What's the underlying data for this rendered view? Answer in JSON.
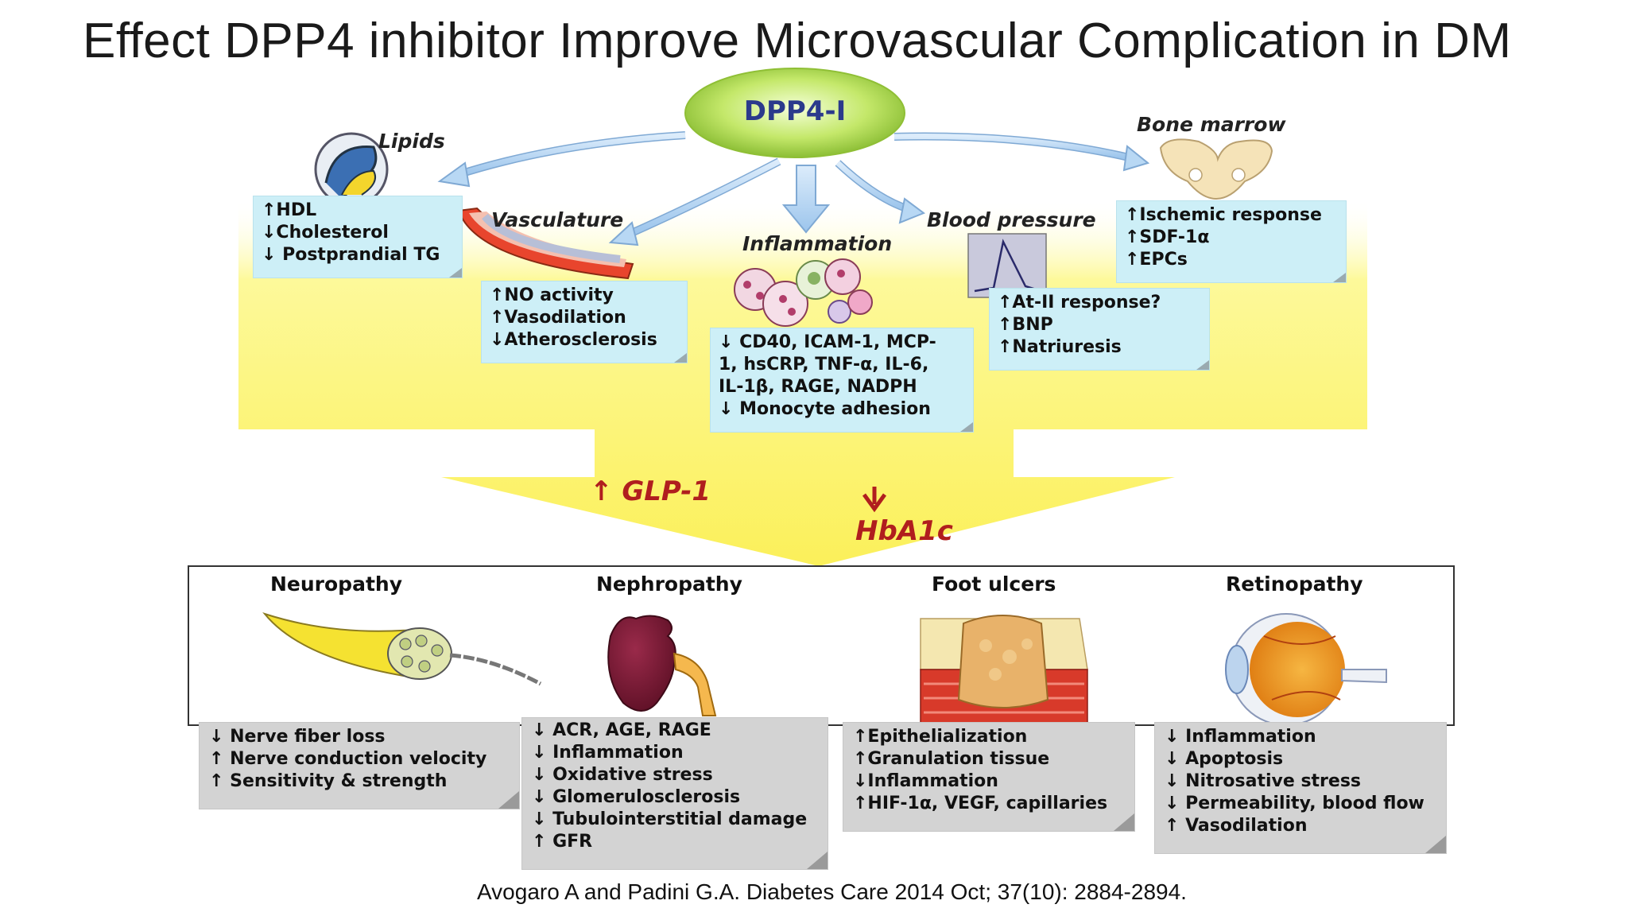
{
  "slide": {
    "title": "Effect DPP4 inhibitor Improve Microvascular Complication in DM",
    "citation": "Avogaro A and Padini G.A. Diabetes Care 2014 Oct; 37(10): 2884-2894."
  },
  "center": {
    "label": "DPP4-I"
  },
  "effects": [
    {
      "title": "Lipids",
      "lines": [
        "↑HDL",
        "↓Cholesterol",
        "↓ Postprandial TG"
      ]
    },
    {
      "title": "Vasculature",
      "lines": [
        "↑NO activity",
        "↑Vasodilation",
        "↓Atherosclerosis"
      ]
    },
    {
      "title": "Inflammation",
      "lines": [
        "↓ CD40, ICAM-1, MCP-",
        "1, hsCRP, TNF-α, IL-6,",
        "IL-1β, RAGE, NADPH",
        "↓ Monocyte adhesion"
      ]
    },
    {
      "title": "Blood pressure",
      "lines": [
        "↑At-II response?",
        "↑BNP",
        "↑Natriuresis"
      ]
    },
    {
      "title": "Bone marrow",
      "lines": [
        "↑Ischemic response",
        "↑SDF-1α",
        "↑EPCs"
      ]
    }
  ],
  "mediators": {
    "glp1": "↑ GLP-1",
    "hba1c_arrow": "↓",
    "hba1c": "HbA1c"
  },
  "complications": [
    {
      "title": "Neuropathy",
      "lines": [
        "↓ Nerve fiber loss",
        "↑ Nerve conduction velocity",
        "↑ Sensitivity & strength"
      ]
    },
    {
      "title": "Nephropathy",
      "lines": [
        "↓ ACR, AGE, RAGE",
        "↓ Inflammation",
        "↓ Oxidative stress",
        "↓ Glomerulosclerosis",
        "↓ Tubulointerstitial damage",
        "↑ GFR"
      ]
    },
    {
      "title": "Foot ulcers",
      "lines": [
        "↑Epithelialization",
        "↑Granulation tissue",
        "↓Inflammation",
        "↑HIF-1α, VEGF, capillaries"
      ]
    },
    {
      "title": "Retinopathy",
      "lines": [
        "↓ Inflammation",
        "↓ Apoptosis",
        "↓ Nitrosative stress",
        "↓ Permeability, blood flow",
        "↑ Vasodilation"
      ]
    }
  ],
  "colors": {
    "funnel_yellow": "#fdf77c",
    "ellipse_green": "#9ccc3a",
    "center_text": "#2b3a8c",
    "arrow_blue": "#b8d8f4",
    "note_cyan": "#cdeff7",
    "note_gray": "#d3d3d3",
    "mediator_red": "#b01e1e"
  }
}
